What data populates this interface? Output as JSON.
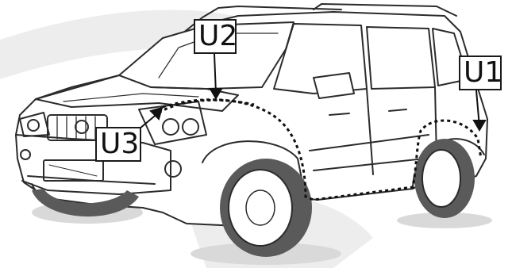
{
  "labels": {
    "u1": "U1",
    "u2": "U2",
    "u3": "U3"
  },
  "colors": {
    "background": "#ffffff",
    "watermark": "#ececec",
    "line": "#2b2b2b",
    "tire": "#5a5a5a",
    "dotted_trim": "#111111"
  },
  "icons": {
    "vehicle": "suv-line-drawing"
  }
}
